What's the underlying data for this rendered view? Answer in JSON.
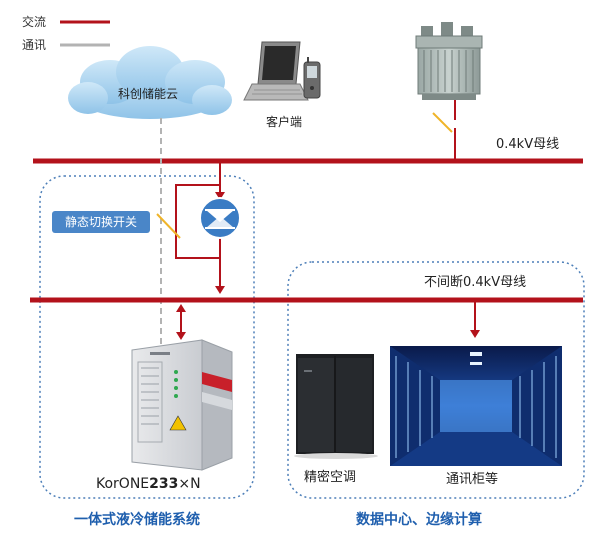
{
  "legend": {
    "ac_label": "交流",
    "comm_label": "通讯",
    "ac_color": "#b3121b",
    "comm_color": "#b3b3b3"
  },
  "cloud_label": "科创储能云",
  "client_label": "客户端",
  "bus_main_label": "0.4kV母线",
  "bus_ups_label": "不间断0.4kV母线",
  "switch_label": "静态切换开关",
  "product": {
    "name_prefix": "KorONE",
    "name_bold": "233",
    "name_suffix": "×N"
  },
  "left_group_caption": "一体式液冷储能系统",
  "right_group_caption": "数据中心、边缘计算",
  "ac_unit_label": "精密空调",
  "rack_label": "通讯柜等",
  "colors": {
    "bus": "#b3121b",
    "dotted_border": "#4d7fb8",
    "caption": "#1f5fae",
    "switch_fill": "#3a7cc4"
  }
}
